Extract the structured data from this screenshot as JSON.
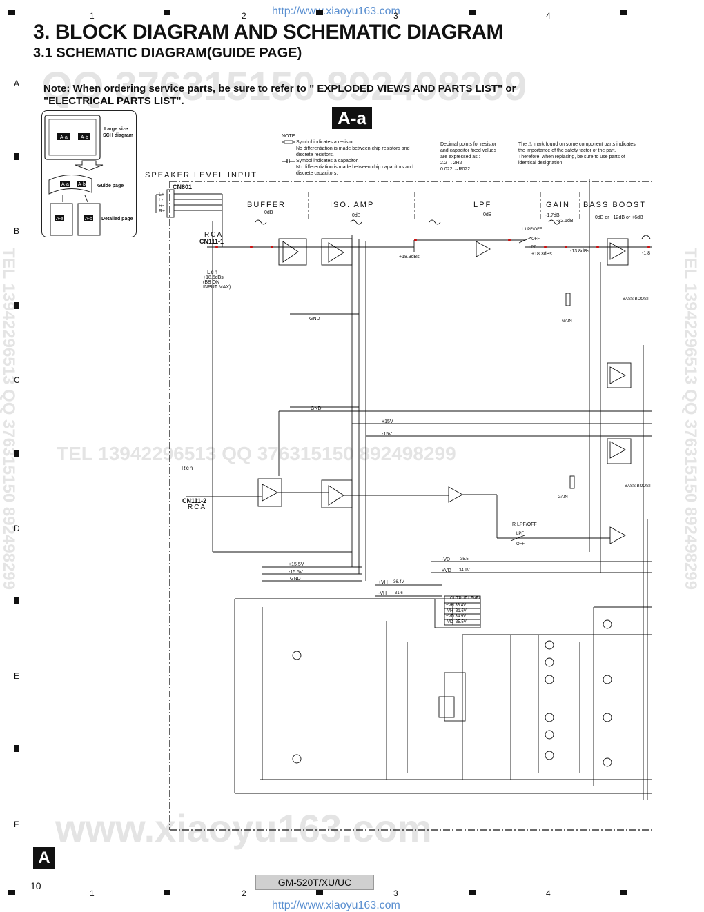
{
  "urls": {
    "top": "http://www.xiaoyu163.com",
    "bottom": "http://www.xiaoyu163.com"
  },
  "watermarks": {
    "top_numbers": "QQ 376315150  892498299",
    "tel_mid": "TEL 13942296513  QQ 376315150  892498299",
    "side_left": "TEL 13942296513  QQ 376315150  892498299",
    "side_right": "TEL 13942296513  QQ 376315150  892498299",
    "bottom_site": "www.xiaoyu163.com"
  },
  "grid": {
    "cols_top": [
      "1",
      "2",
      "3",
      "4"
    ],
    "cols_bottom": [
      "1",
      "2",
      "3",
      "4"
    ],
    "rows": [
      "A",
      "B",
      "C",
      "D",
      "E",
      "F"
    ]
  },
  "heading": {
    "title": "3. BLOCK DIAGRAM AND SCHEMATIC DIAGRAM",
    "subtitle": "3.1  SCHEMATIC DIAGRAM(GUIDE PAGE)",
    "note_line1": "Note: When ordering service parts, be sure to refer to \" EXPLODED VIEWS AND PARTS LIST\" or",
    "note_line2": "\"ELECTRICAL PARTS LIST\"."
  },
  "sheet_tag": "A-a",
  "guide": {
    "large_size": "Large size",
    "sch_diagram": "SCH diagram",
    "guide_page": "Guide page",
    "detailed_page": "Detailed page",
    "aa": "A-a",
    "ab": "A-b"
  },
  "notes_block": {
    "note": "NOTE :",
    "resistor1": "Symbol indicates a resistor.",
    "resistor2": "No differentiation is made  between chip resistors and",
    "resistor3": "discrete resistors.",
    "cap1": "Symbol indicates a capacitor.",
    "cap2": "No differentiation is made  between chip capacitors and",
    "cap3": "discrete capacitors.",
    "dec1": "Decimal points for resistor",
    "dec2": "and capacitor fixed values",
    "dec3": "are expressed as :",
    "dec4": "2.2 →2R2",
    "dec5": "0.022 →R022",
    "safety1": "The ⚠ mark found on some component parts indicates",
    "safety2": "the importance of the safety factor of the part.",
    "safety3": "Therefore, when replacing, be sure to use parts of",
    "safety4": "identical designation."
  },
  "schematic": {
    "speaker_level_input": "SPEAKER LEVEL INPUT",
    "cn801": "CN801",
    "stages": {
      "buffer": "BUFFER",
      "iso_amp": "ISO. AMP",
      "lpf": "LPF",
      "gain": "GAIN",
      "bass_boost": "BASS BOOST"
    },
    "stage_levels": {
      "buffer": "0dB",
      "iso_amp": "0dB",
      "lpf": "0dB",
      "gain1": "-1.7dB ~",
      "gain2": "-32.1dB",
      "bass": "0dB or +12dB or +6dB"
    },
    "rca_top": "RCA",
    "cn111_1": "CN111-1",
    "lch": "Lch",
    "lch_level1": "+18.5dBs",
    "lch_level2": "(BB ON",
    "lch_level3": "INPUT MAX)",
    "rch": "Rch",
    "cn111_2": "CN111-2",
    "rca_bottom": "RCA",
    "gnd1": "GND",
    "gnd2": "GND",
    "gnd3": "GND",
    "plus15": "+15V",
    "minus15": "-15V",
    "plus155": "+15.5V",
    "minus155": "-15.5V",
    "plus_vh": "+VH",
    "vh_val": "36.4V",
    "minus_vh": "-VH",
    "mvh_val": "-31.6",
    "minus_vd": "-VD",
    "mvd_val": "-35.5",
    "plus_vd": "+VD",
    "pvd_val": "34.9V",
    "l_lpf": "L LPF/OFF",
    "r_lpf": "R LPF/OFF",
    "lpf": "LPF",
    "off": "OFF",
    "level_183a": "+18.3dBs",
    "level_183b": "+18.3dBs",
    "level_138": "-13.8dBs",
    "level_18": "-1.8",
    "gain_label1": "GAIN",
    "gain_label2": "GAIN",
    "bass_boost1": "BASS BOOST",
    "bass_boost2": "BASS BOOST",
    "output_level": "OUTPUT LEVEL",
    "ol_rows": [
      "+VH  36.4V",
      "-VH  -31.6V",
      "+VD  34.9V",
      "-VD  -35.5V"
    ],
    "inputs": [
      "L+",
      "L-",
      "R-",
      "R+"
    ]
  },
  "footer": {
    "page": "10",
    "model": "GM-520T/XU/UC",
    "section": "A"
  },
  "colors": {
    "accent_red": "#cc1111",
    "tag_bg": "#111111",
    "model_bg": "#d0d0d0",
    "url": "#5a8fd0"
  }
}
